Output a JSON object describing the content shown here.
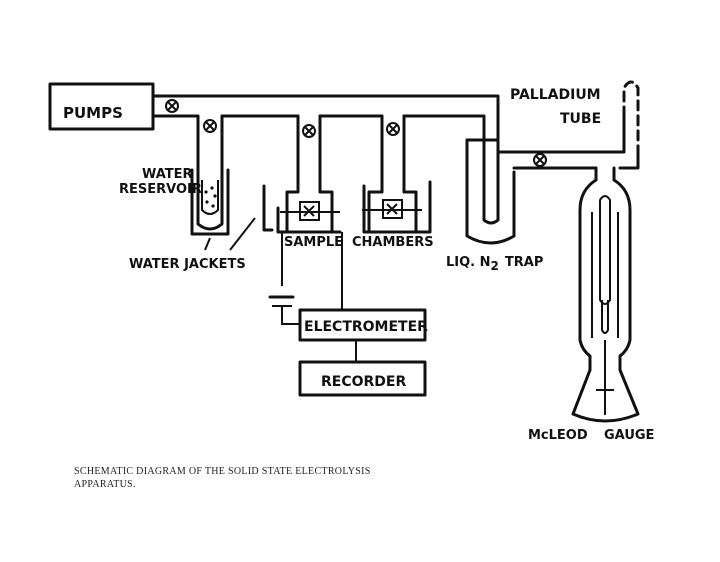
{
  "labels": {
    "pumps": "PUMPS",
    "palladium": "PALLADIUM",
    "tube": "TUBE",
    "water": "WATER",
    "reservoir": "RESERVOIR",
    "water_jackets": "WATER JACKETS",
    "sample": "SAMPLE",
    "chambers": "CHAMBERS",
    "liq_trap_prefix": "LIQ. N",
    "liq_trap_sub": "2",
    "liq_trap_suffix": "TRAP",
    "electrometer": "ELECTROMETER",
    "recorder": "RECORDER",
    "mcleod": "McLEOD",
    "gauge": "GAUGE"
  },
  "caption": {
    "line1": "SCHEMATIC DIAGRAM OF THE SOLID STATE ELECTROLYSIS",
    "line2": "APPARATUS."
  }
}
